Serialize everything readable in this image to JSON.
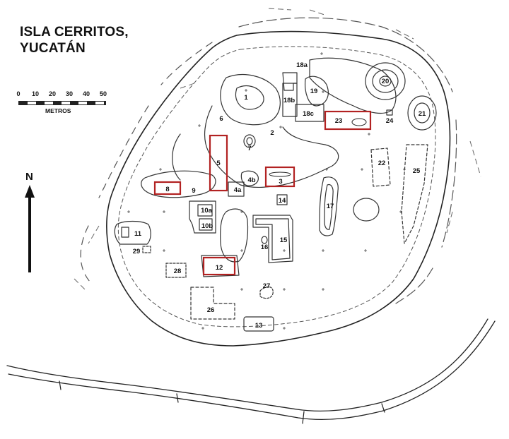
{
  "title": {
    "line1": "ISLA CERRITOS,",
    "line2": "YUCATÁN"
  },
  "scale": {
    "ticks": [
      "0",
      "10",
      "20",
      "30",
      "40",
      "50"
    ],
    "unit": "METROS"
  },
  "north_arrow": {
    "label": "N"
  },
  "structures": {
    "s1": "1",
    "s2": "2",
    "s3": "3",
    "s4a": "4a",
    "s4b": "4b",
    "s5": "5",
    "s6": "6",
    "s7": "7",
    "s8": "8",
    "s9": "9",
    "s10a": "10a",
    "s10b": "10b",
    "s11": "11",
    "s12": "12",
    "s13": "13",
    "s14": "14",
    "s15": "15",
    "s16": "16",
    "s17": "17",
    "s18a": "18a",
    "s18b": "18b",
    "s18c": "18c",
    "s19": "19",
    "s20": "20",
    "s21": "21",
    "s22": "22",
    "s23": "23",
    "s24": "24",
    "s25": "25",
    "s26": "26",
    "s27": "27",
    "s28": "28",
    "s29": "29"
  },
  "highlight_color": "#b22222",
  "highlighted": [
    "3",
    "5",
    "8",
    "12",
    "23"
  ]
}
